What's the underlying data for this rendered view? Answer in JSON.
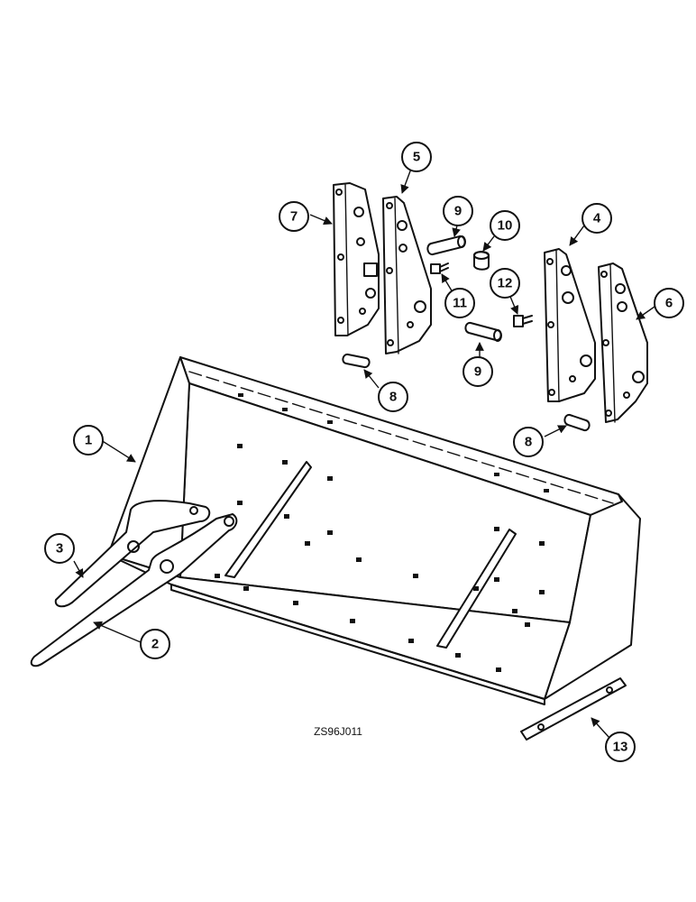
{
  "figure_code": "ZS96J011",
  "callouts": [
    "1",
    "2",
    "3",
    "4",
    "5",
    "6",
    "7",
    "8",
    "8",
    "9",
    "9",
    "10",
    "11",
    "12",
    "13"
  ]
}
